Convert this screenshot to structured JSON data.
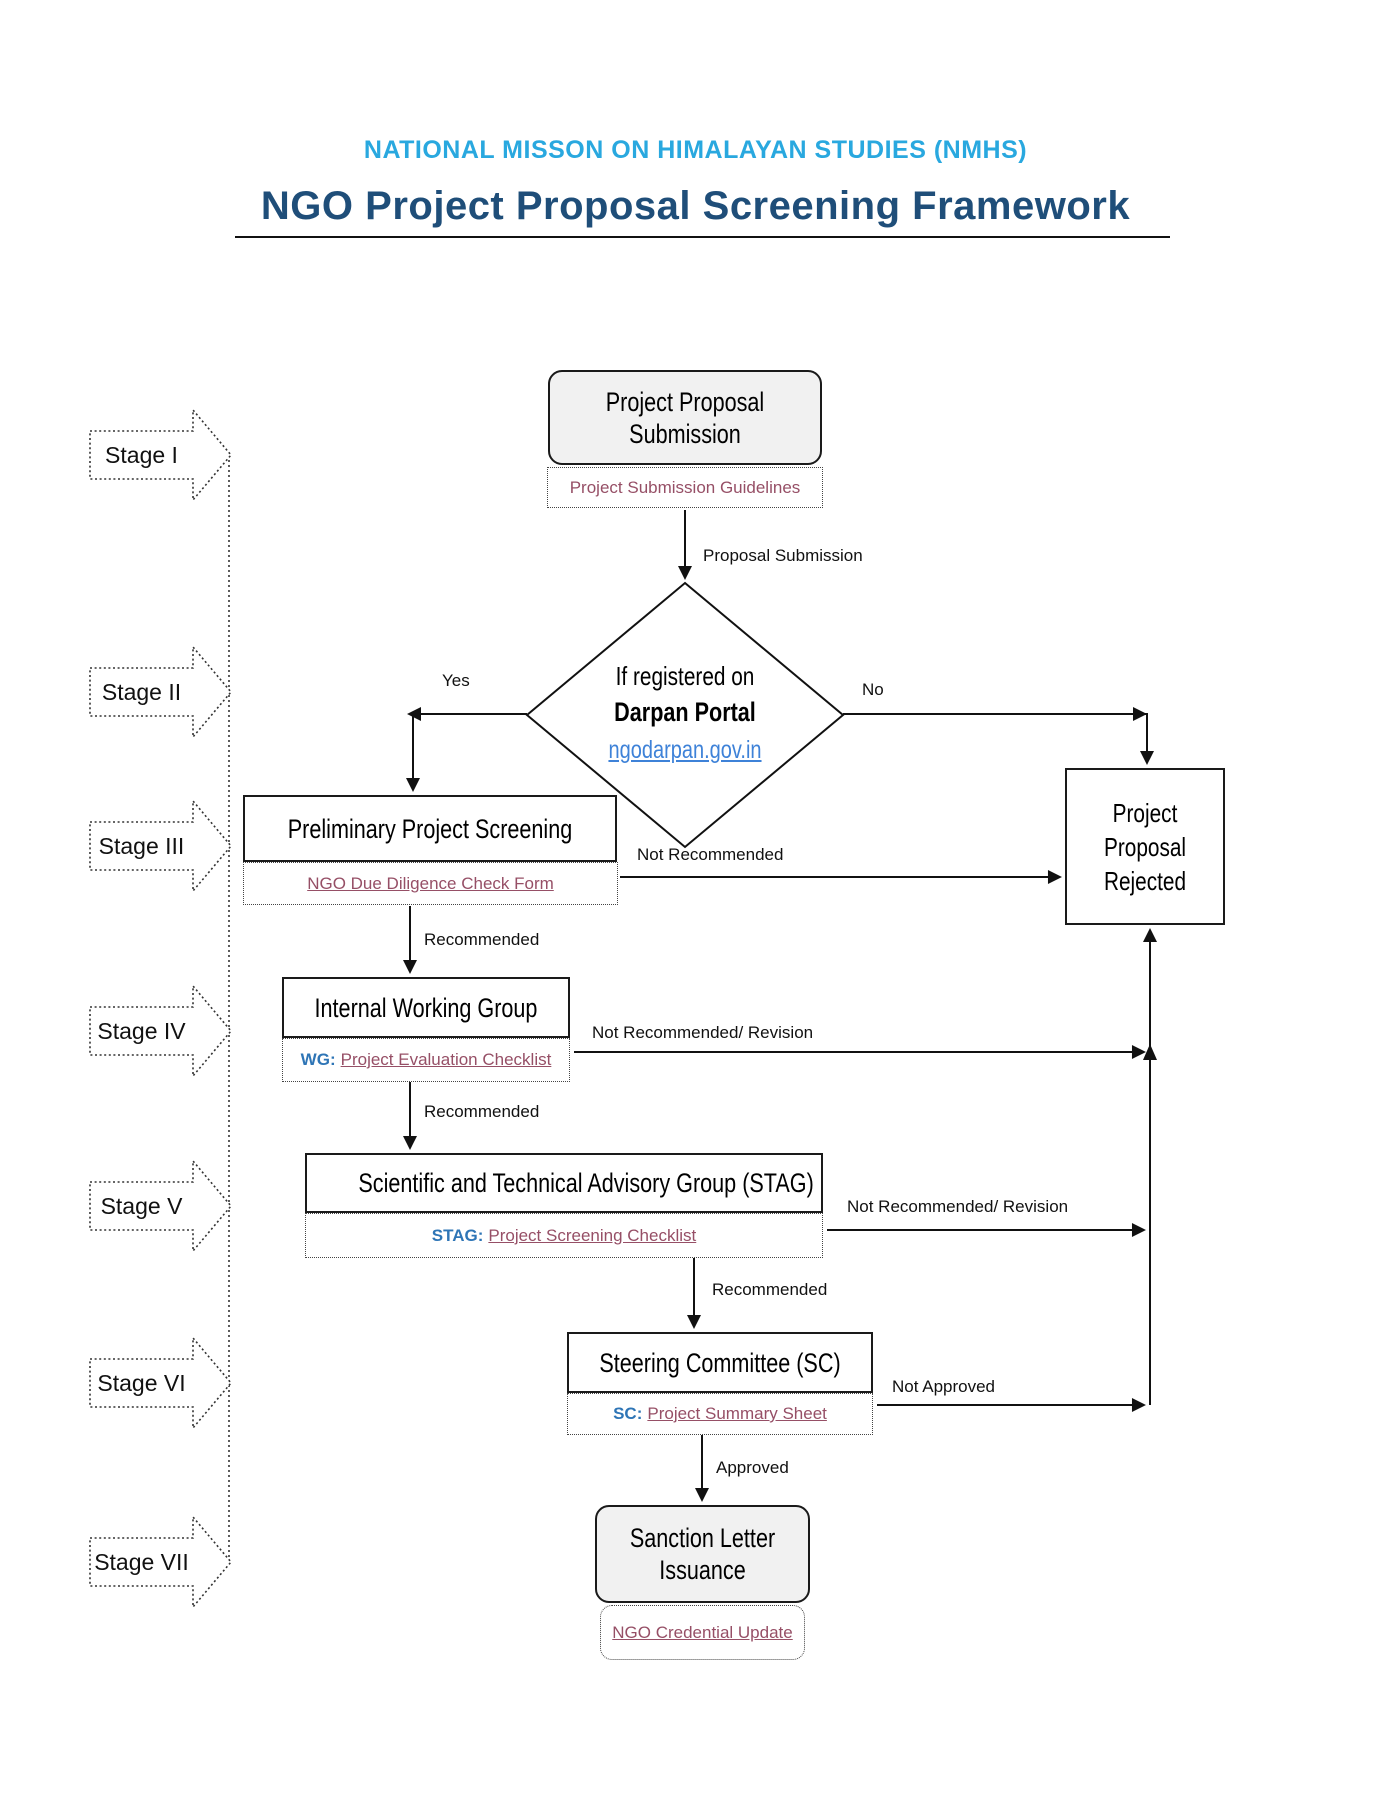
{
  "header": {
    "subtitle": "NATIONAL MISSON ON HIMALAYAN STUDIES (NMHS)",
    "title": "NGO Project Proposal Screening Framework"
  },
  "stages": [
    "Stage I",
    "Stage II",
    "Stage III",
    "Stage IV",
    "Stage V",
    "Stage VI",
    "Stage VII"
  ],
  "nodes": {
    "submission": {
      "title": "Project Proposal Submission",
      "attachment": "Project Submission Guidelines"
    },
    "decision": {
      "line1": "If registered on",
      "line2": "Darpan Portal",
      "link": "ngodarpan.gov.in"
    },
    "preliminary": {
      "title": "Preliminary Project Screening",
      "attachment_link": "NGO Due Diligence Check Form"
    },
    "rejected": {
      "title": "Project Proposal Rejected"
    },
    "iwg": {
      "title": "Internal Working Group",
      "attachment_prefix": "WG:",
      "attachment_link": "Project Evaluation Checklist"
    },
    "stag": {
      "title": "Scientific and Technical Advisory Group (STAG)",
      "attachment_prefix": "STAG:",
      "attachment_link": "Project Screening Checklist"
    },
    "sc": {
      "title": "Steering Committee (SC)",
      "attachment_prefix": "SC:",
      "attachment_link": "Project Summary Sheet"
    },
    "sanction": {
      "title": "Sanction Letter Issuance",
      "attachment_link": "NGO Credential Update"
    }
  },
  "edge_labels": {
    "proposal_submission": "Proposal Submission",
    "yes": "Yes",
    "no": "No",
    "not_recommended": "Not Recommended",
    "recommended": "Recommended",
    "not_recommended_revision": "Not Recommended/ Revision",
    "not_approved": "Not Approved",
    "approved": "Approved"
  },
  "colors": {
    "accent_cyan": "#29A8DF",
    "accent_dark_blue": "#1F4E79",
    "link_purple": "#964F66",
    "link_blue": "#3E82D8",
    "prefix_blue": "#2E75B6",
    "ink": "#1a1a1a",
    "box_fill": "#F1F1F1"
  }
}
